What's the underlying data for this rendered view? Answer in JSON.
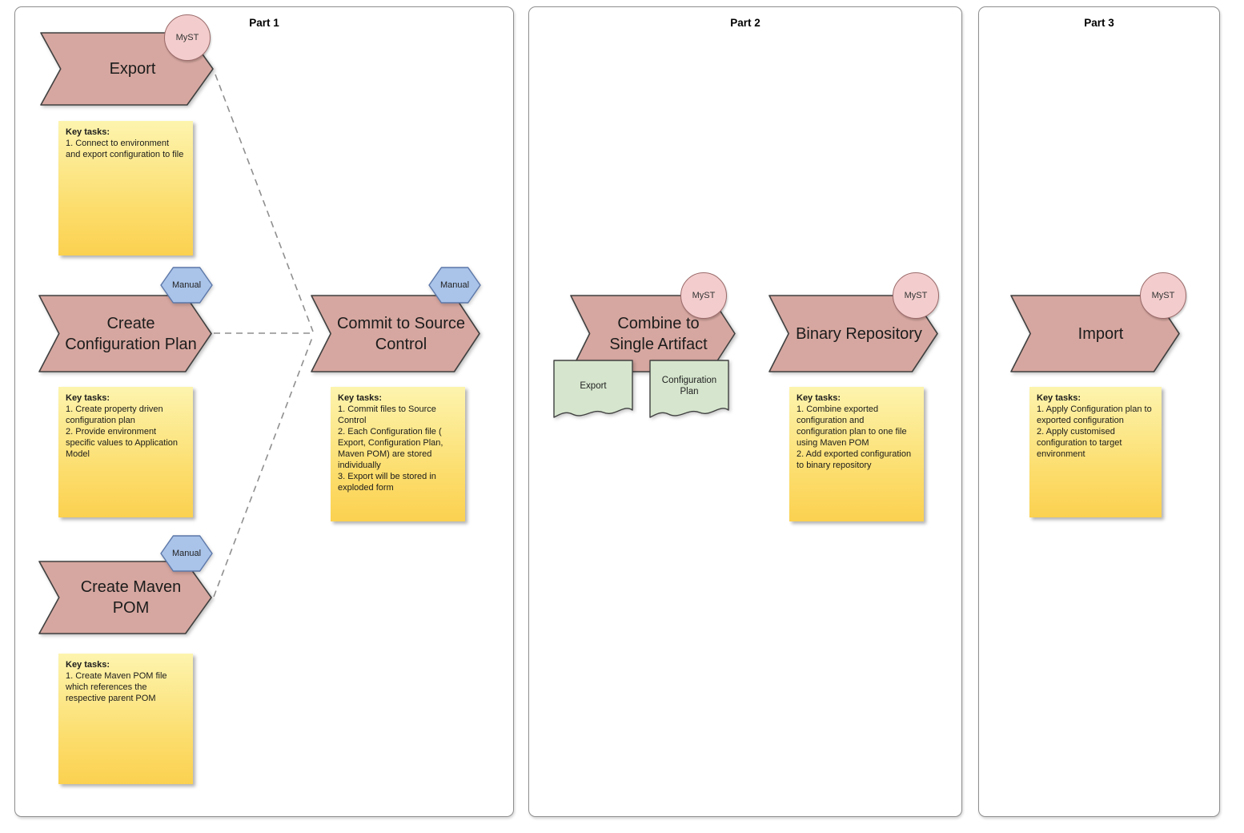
{
  "colors": {
    "arrow_fill": "#d6a7a0",
    "arrow_stroke": "#404040",
    "myst_circle_fill": "#f3cdcd",
    "myst_circle_stroke": "#9b6a6a",
    "manual_hex_fill": "#a9c3e9",
    "manual_hex_stroke": "#5c77a8",
    "note_top": "#fdf4ae",
    "note_bottom": "#fbd150",
    "document_fill": "#d6e6ce",
    "connector": "#8f8f8f"
  },
  "panels": {
    "part1": {
      "title": "Part 1",
      "export": {
        "label": "Export",
        "badge": "MyST"
      },
      "export_note": {
        "title": "Key tasks:",
        "body": "1. Connect to environment and export configuration to file"
      },
      "create_config_plan": {
        "label": "Create Configuration Plan",
        "badge": "Manual"
      },
      "create_config_plan_note": {
        "title": "Key tasks:",
        "body": "1. Create property driven configuration plan\n 2. Provide environment specific values to Application Model"
      },
      "commit_source_control": {
        "label": "Commit to Source Control",
        "badge": "Manual"
      },
      "commit_note": {
        "title": "Key tasks:",
        "body": "1. Commit files to Source Control\n2. Each Configuration file ( Export, Configuration Plan, Maven POM) are stored individually\n3. Export will be stored in exploded form"
      },
      "create_maven_pom": {
        "label": "Create Maven POM",
        "badge": "Manual"
      },
      "maven_note": {
        "title": "Key tasks:",
        "body": "1. Create Maven POM file which references the respective parent POM"
      }
    },
    "part2": {
      "title": "Part 2",
      "combine": {
        "label": "Combine to Single Artifact",
        "badge": "MyST"
      },
      "doc_export": {
        "label": "Export"
      },
      "doc_config_plan": {
        "label": "Configuration Plan"
      },
      "binary_repo": {
        "label": "Binary Repository",
        "badge": "MyST"
      },
      "binary_note": {
        "title": "Key tasks:",
        "body": "1. Combine exported configuration and configuration plan to one file using Maven POM\n2. Add exported configuration to binary repository"
      }
    },
    "part3": {
      "title": "Part 3",
      "import": {
        "label": "Import",
        "badge": "MyST"
      },
      "import_note": {
        "title": "Key tasks:",
        "body": "1. Apply Configuration plan to exported configuration\n2. Apply customised configuration to target environment"
      }
    }
  }
}
